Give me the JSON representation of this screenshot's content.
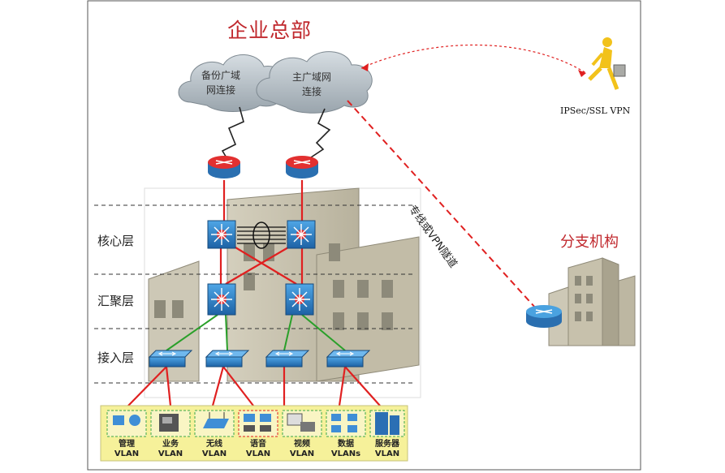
{
  "titles": {
    "headquarters": "企业总部",
    "branch": "分支机构"
  },
  "clouds": {
    "backup_wan": [
      "备份广域",
      "网连接"
    ],
    "main_wan": [
      "主广域网",
      "连接"
    ]
  },
  "remote_user": {
    "label": "IPSec/SSL VPN"
  },
  "tunnel_label": "专线或VPN隧道",
  "layers": {
    "core": "核心层",
    "aggregation": "汇聚层",
    "access": "接入层"
  },
  "vlans": [
    {
      "line1": "管理",
      "line2": "VLAN",
      "icon": "management-icon"
    },
    {
      "line1": "业务",
      "line2": "VLAN",
      "icon": "business-icon"
    },
    {
      "line1": "无线",
      "line2": "VLAN",
      "icon": "wireless-icon"
    },
    {
      "line1": "语音",
      "line2": "VLAN",
      "icon": "voice-icon"
    },
    {
      "line1": "视频",
      "line2": "VLAN",
      "icon": "video-icon"
    },
    {
      "line1": "数据",
      "line2": "VLANs",
      "icon": "data-icon"
    },
    {
      "line1": "服务器",
      "line2": "VLAN",
      "icon": "server-icon"
    }
  ],
  "colors": {
    "title": "#c0282d",
    "link_red": "#e02020",
    "link_green": "#2aa02a",
    "building": "#c9c3b0",
    "device_blue": "#2b7fc4",
    "vlan_bg": "#f6f19a"
  }
}
